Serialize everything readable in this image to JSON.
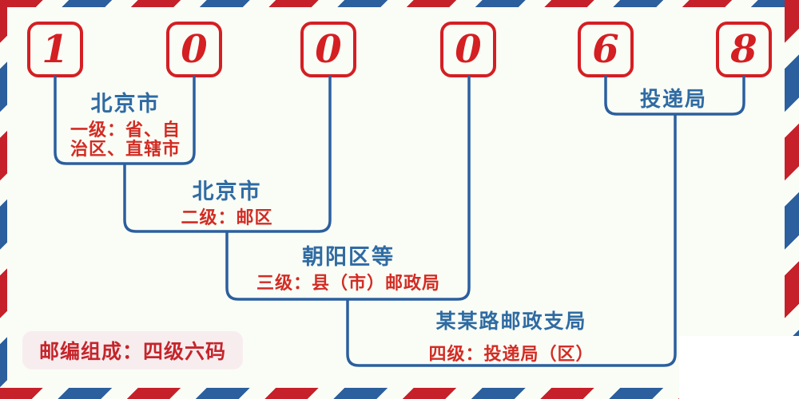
{
  "postal_code": {
    "digits": [
      "1",
      "0",
      "0",
      "0",
      "6",
      "8"
    ],
    "full": "100068"
  },
  "levels": [
    {
      "name": "北京市",
      "desc": "一级：省、自治区、直辖市",
      "desc_lines": [
        "一级：省、自",
        "治区、直辖市"
      ]
    },
    {
      "name": "北京市",
      "desc": "二级：邮区"
    },
    {
      "name": "朝阳区等",
      "desc": "三级：县（市）邮政局"
    },
    {
      "name": "某某路邮政支局",
      "desc": "四级：投递局（区）"
    }
  ],
  "delivery_bureau": {
    "label": "投递局"
  },
  "footer_badge": {
    "text": "邮编组成：四级六码"
  },
  "colors": {
    "canvas_bg": "#fafdf6",
    "stripe_red": "#c6212a",
    "stripe_blue": "#2b5f9e",
    "digit_red": "#d41f23",
    "title_blue": "#2f6ba3",
    "desc_red": "#d22c24",
    "line_blue": "#2b5f9e",
    "badge_bg": "#f7edef",
    "badge_text": "#c5252b",
    "patch_white": "#ffffff"
  }
}
